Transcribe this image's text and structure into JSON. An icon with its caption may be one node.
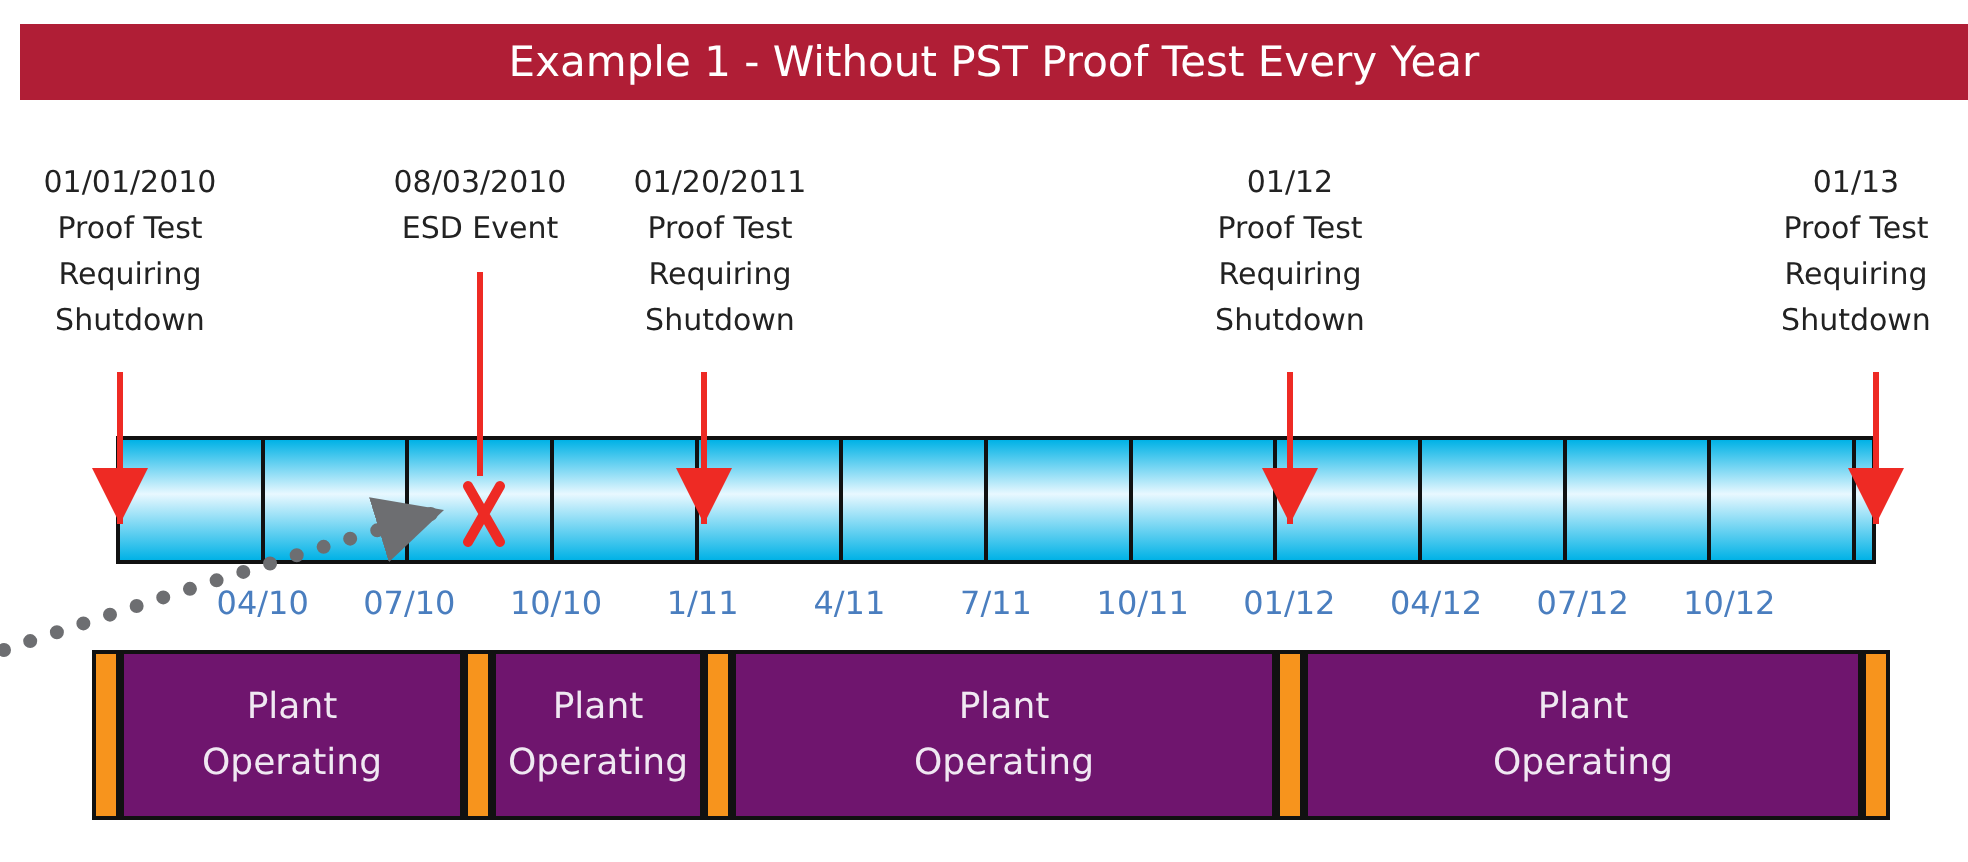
{
  "diagram": {
    "title": "Example 1 - Without PST Proof Test Every Year",
    "nodes": [
      {
        "text": [
          "01/01/2010",
          "Proof Test Requiring Shutdown"
        ]
      },
      {
        "text": [
          "08/03/2010",
          "ESD Event"
        ]
      },
      {
        "text": [
          "01/20/2011",
          "Proof Test Requiring Shutdown"
        ]
      },
      {
        "text": [
          "01/12",
          "Proof Test Requiring Shutdown"
        ]
      },
      {
        "text": [
          "01/13",
          "Proof Test Requiring Shutdown"
        ]
      },
      {
        "text": [],
        "shape": "bar"
      },
      {
        "text": [],
        "shape": "cross",
        "in": 5
      },
      {
        "text": [],
        "shape": "bar"
      },
      {
        "text": [
          "Plant Operating"
        ]
      },
      {
        "text": [],
        "shape": "bar"
      },
      {
        "text": [
          "Plant Operating"
        ]
      },
      {
        "text": [],
        "shape": "bar"
      },
      {
        "text": [
          "Plant Operating"
        ]
      },
      {
        "text": [],
        "shape": "bar"
      },
      {
        "text": [
          "Plant Operating"
        ]
      },
      {
        "text": [],
        "shape": "bar"
      }
    ],
    "edges": [
      {
        "from": 0,
        "to": 5,
        "arrow": "to"
      },
      {
        "from": 1,
        "to": 6,
        "arrow": "none"
      },
      {
        "from": 2,
        "to": 5,
        "arrow": "to"
      },
      {
        "from": 3,
        "to": 5,
        "arrow": "to"
      },
      {
        "from": 4,
        "to": 5,
        "arrow": "to"
      },
      {
        "from": null,
        "to": 6,
        "arrow": "to",
        "style": "dashed",
        "color": "#6d6e71"
      }
    ],
    "labels": [
      "04/10",
      "07/10",
      "10/10",
      "1/11",
      "4/11",
      "7/11",
      "10/11",
      "01/12",
      "04/12",
      "07/12",
      "10/12"
    ]
  }
}
